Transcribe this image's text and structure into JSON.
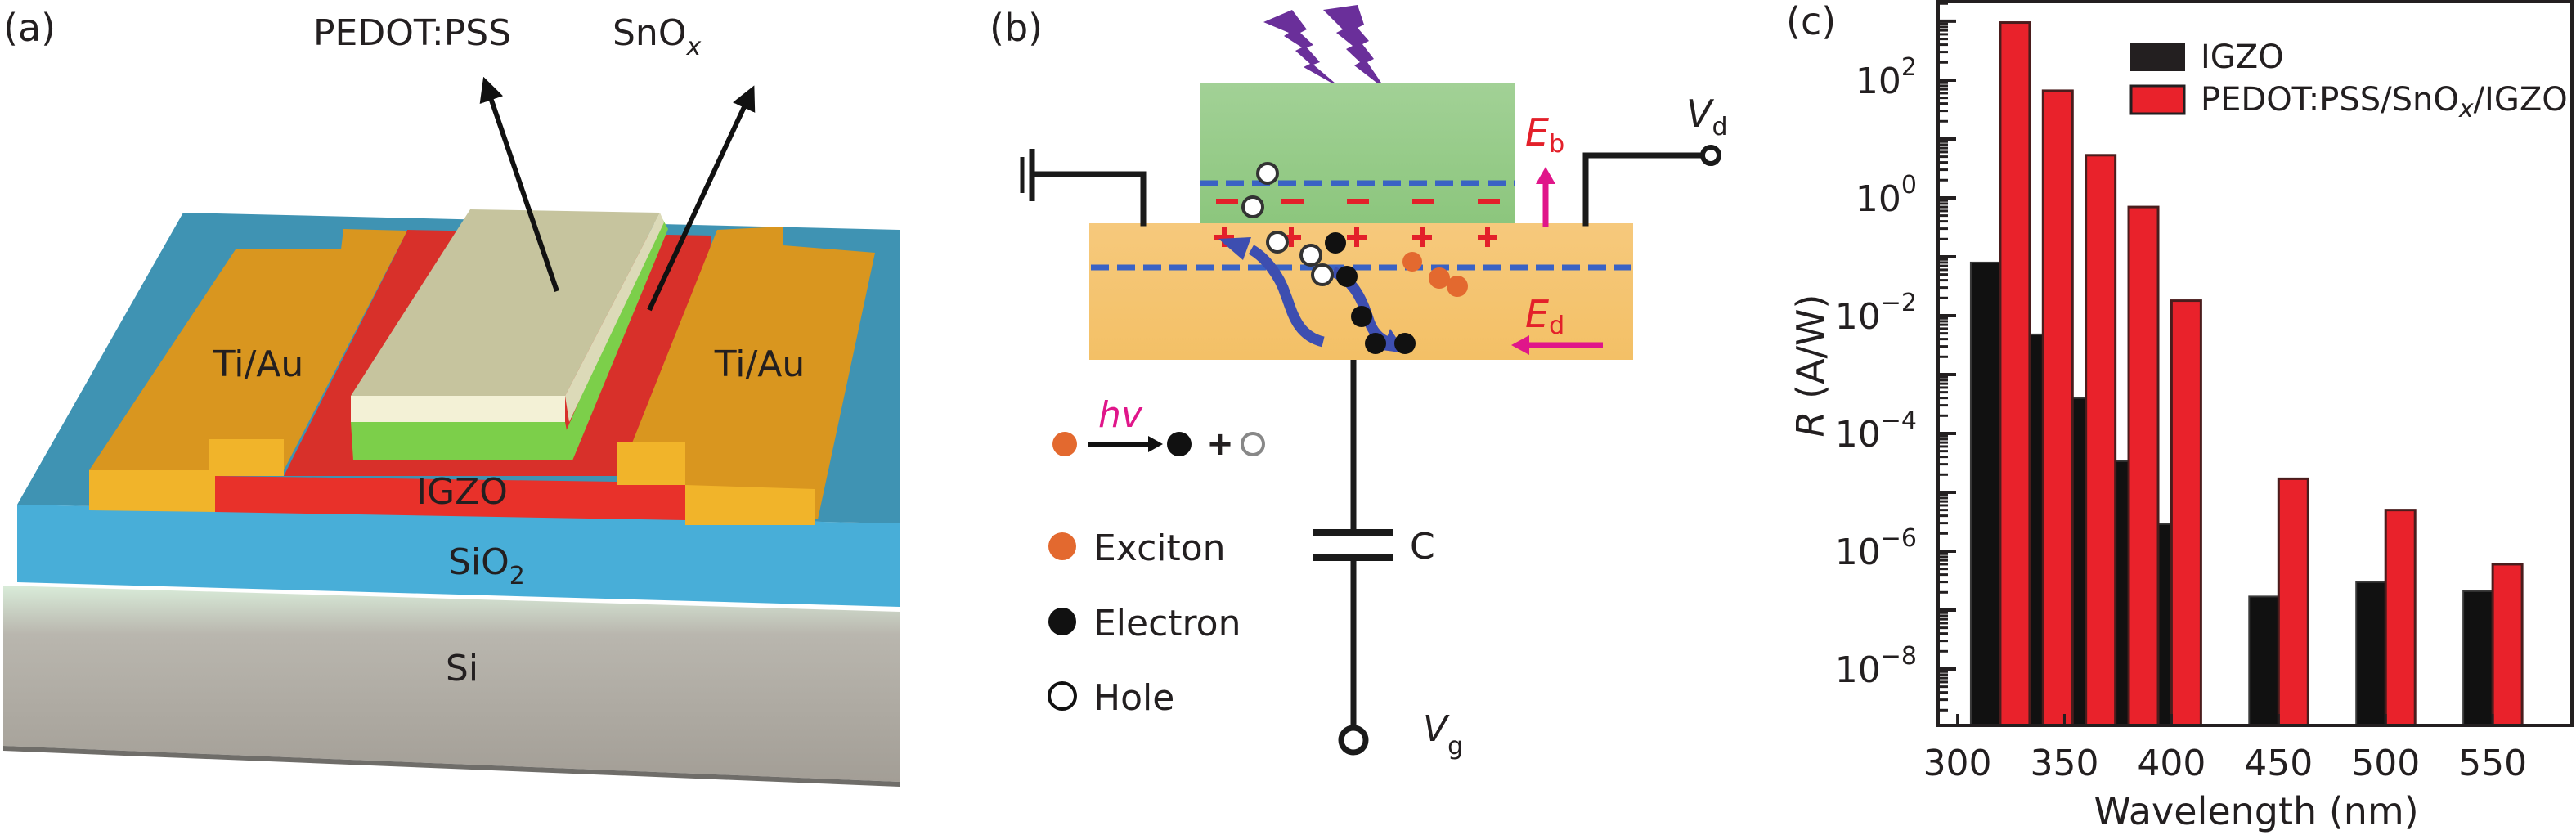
{
  "figure": {
    "panel_a": {
      "label": "(a)",
      "callouts": {
        "pedot": "PEDOT:PSS",
        "snox_main": "SnO",
        "snox_sub": "x"
      },
      "layers": {
        "electrode_left": "Ti/Au",
        "electrode_right": "Ti/Au",
        "channel": "IGZO",
        "dielectric_main": "SiO",
        "dielectric_sub": "2",
        "substrate": "Si"
      },
      "colors": {
        "pedot": "#c6c49e",
        "pedot_front": "#f3f1d6",
        "snox": "#7ccf4a",
        "igzo": "#e8312a",
        "electrode": "#d9961f",
        "electrode_front": "#f1b42a",
        "sio2_top": "#3f93b3",
        "sio2_front": "#48aed8",
        "si": "#a7a39c"
      }
    },
    "panel_b": {
      "label": "(b)",
      "terminals": {
        "drain_main": "V",
        "drain_sub": "d",
        "gate_main": "V",
        "gate_sub": "g",
        "capacitor": "C"
      },
      "fields": {
        "barrier_main": "E",
        "barrier_sub": "b",
        "drift_main": "E",
        "drift_sub": "d"
      },
      "photogeneration": {
        "label": "hv",
        "plus": "+"
      },
      "legend": [
        {
          "label": "Exciton",
          "marker": "filled-orange-circle"
        },
        {
          "label": "Electron",
          "marker": "filled-black-circle"
        },
        {
          "label": "Hole",
          "marker": "open-circle"
        }
      ],
      "charges": {
        "plus_sign": "+",
        "minus_sign": "–"
      },
      "colors": {
        "top_layer": "#9ccd8d",
        "channel": "#f4c471",
        "dashed_level": "#3a62c4",
        "charge": "#e3202a",
        "flow_arrow": "#3d4eb0",
        "field_arrow": "#e0168a",
        "light": "#6a2f9a",
        "exciton": "#e3692f"
      }
    }
  },
  "chart_data": {
    "type": "bar",
    "panel_label": "(c)",
    "title": "",
    "xlabel": "Wavelength (nm)",
    "ylabel_main": "R",
    "ylabel_rest": " (A/W)",
    "ylabel": "R (A/W)",
    "yscale": "log",
    "xlim": [
      291,
      587
    ],
    "ylim": [
      1.1e-09,
      2150
    ],
    "grid": false,
    "legend_position": "top-right",
    "x_ticks": [
      300,
      350,
      400,
      450,
      500,
      550
    ],
    "y_ticks": [
      {
        "value": 100,
        "base": "10",
        "exp": "2"
      },
      {
        "value": 1,
        "base": "10",
        "exp": "0"
      },
      {
        "value": 0.01,
        "base": "10",
        "exp": "−2"
      },
      {
        "value": 0.0001,
        "base": "10",
        "exp": "−4"
      },
      {
        "value": 1e-06,
        "base": "10",
        "exp": "−6"
      },
      {
        "value": 1e-08,
        "base": "10",
        "exp": "−8"
      }
    ],
    "categories": [
      320,
      340,
      360,
      380,
      400,
      450,
      500,
      550
    ],
    "series": [
      {
        "name": "IGZO",
        "legend_main": "IGZO",
        "color": "#111111",
        "values": [
          0.08,
          0.0048,
          0.0004,
          3.4e-05,
          2.9e-06,
          1.7e-07,
          3e-07,
          2.1e-07
        ]
      },
      {
        "name": "PEDOT:PSS/SnOx/IGZO",
        "legend_main": "PEDOT:PSS/SnO",
        "legend_sub": "x",
        "legend_tail": "/IGZO",
        "color": "#e9222b",
        "values": [
          950,
          66,
          5.3,
          0.7,
          0.018,
          1.7e-05,
          5e-06,
          6e-07
        ]
      }
    ]
  }
}
